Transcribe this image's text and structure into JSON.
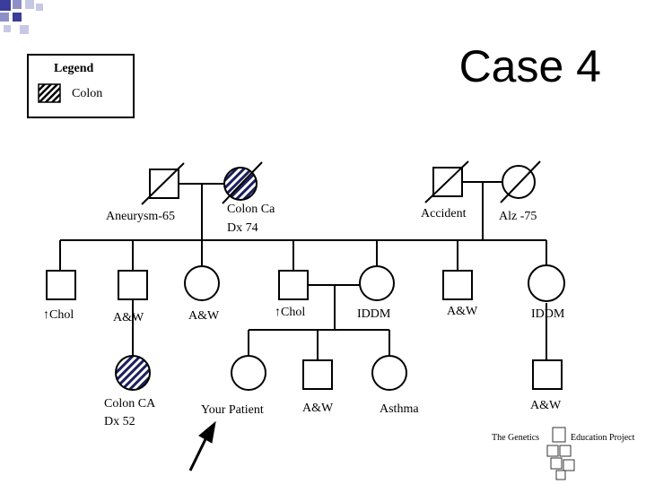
{
  "title": "Case 4",
  "legend": {
    "title": "Legend",
    "items": [
      {
        "label": "Colon"
      }
    ]
  },
  "colors": {
    "line": "#000000",
    "deco_dark": "#3a3d99",
    "deco_mid": "#8e8fc8",
    "deco_light": "#c7c8e6"
  },
  "labels": {
    "gp_paternal": "Aneurysm-65",
    "gm_paternal_line1": "Colon Ca",
    "gm_paternal_line2": "Dx 74",
    "gp_maternal": "Accident",
    "gm_maternal": "Alz -75",
    "uncle1": "↑Chol",
    "uncle2": "A&W",
    "aunt1": "A&W",
    "father": "↑Chol",
    "mother": "IDDM",
    "uncle3": "A&W",
    "aunt2": "IDDM",
    "cousin_line1": "Colon CA",
    "cousin_line2": "Dx 52",
    "patient": "Your Patient",
    "brother": "A&W",
    "sister": "Asthma",
    "cousin2": "A&W"
  },
  "logo": {
    "text_a": "The Genetics",
    "text_b": "Education Project"
  }
}
